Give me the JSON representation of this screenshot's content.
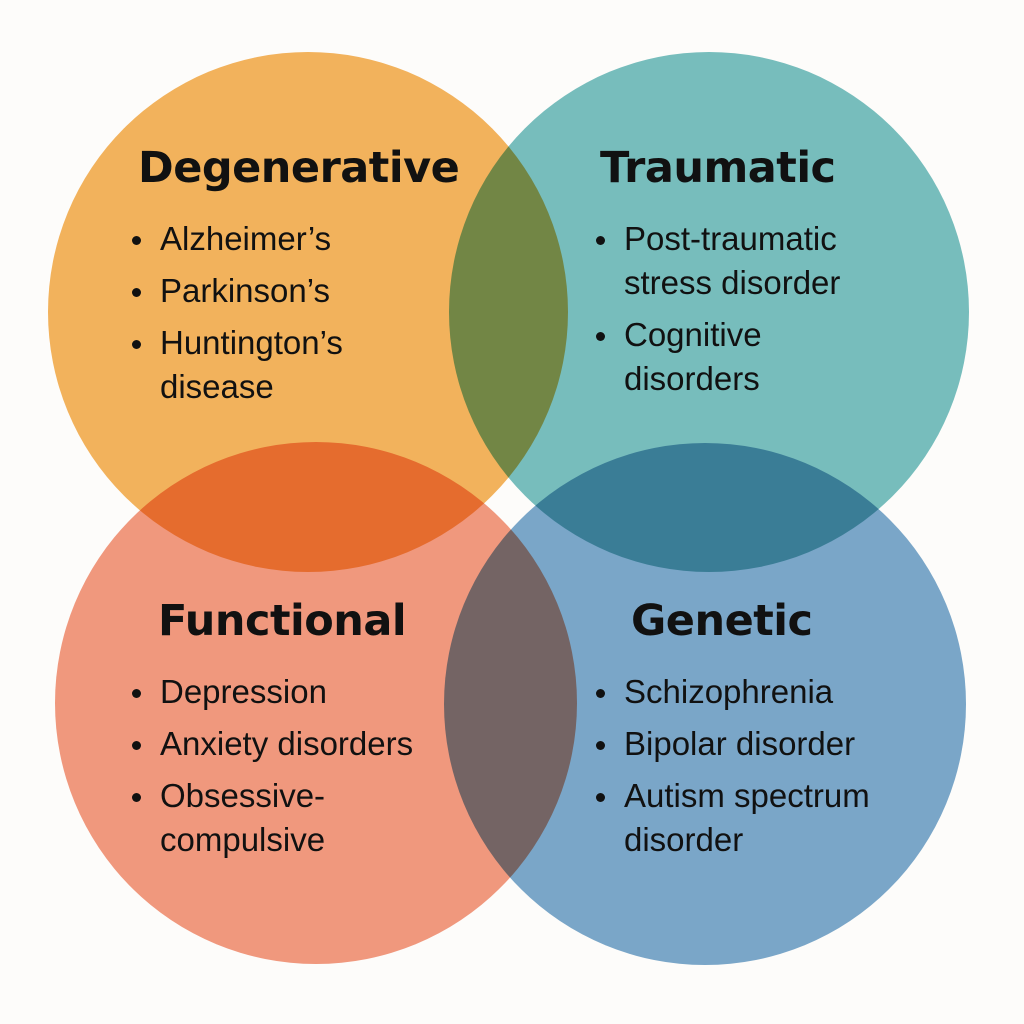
{
  "diagram": {
    "type": "four-circle-venn",
    "background": "#fdfcfa",
    "groups": [
      {
        "id": "degenerative",
        "title": "Degenerative",
        "color": "#f4b45e",
        "position": "top-left",
        "items": [
          "Alzheimer’s",
          "Parkinson’s",
          "Huntington’s\ndisease"
        ]
      },
      {
        "id": "traumatic",
        "title": "Traumatic",
        "color": "#78c0c0",
        "position": "top-right",
        "items": [
          "Post-traumatic\nstress disorder",
          "Cognitive\ndisorders"
        ]
      },
      {
        "id": "functional",
        "title": "Functional",
        "color": "#f29a80",
        "position": "bottom-left",
        "items": [
          "Depression",
          "Anxiety disorders",
          "Obsessive-\ncompulsive"
        ]
      },
      {
        "id": "genetic",
        "title": "Genetic",
        "color": "#7ba8cc",
        "position": "bottom-right",
        "items": [
          "Schizophrenia",
          "Bipolar disorder",
          "Autism spectrum\ndisorder"
        ]
      }
    ]
  }
}
